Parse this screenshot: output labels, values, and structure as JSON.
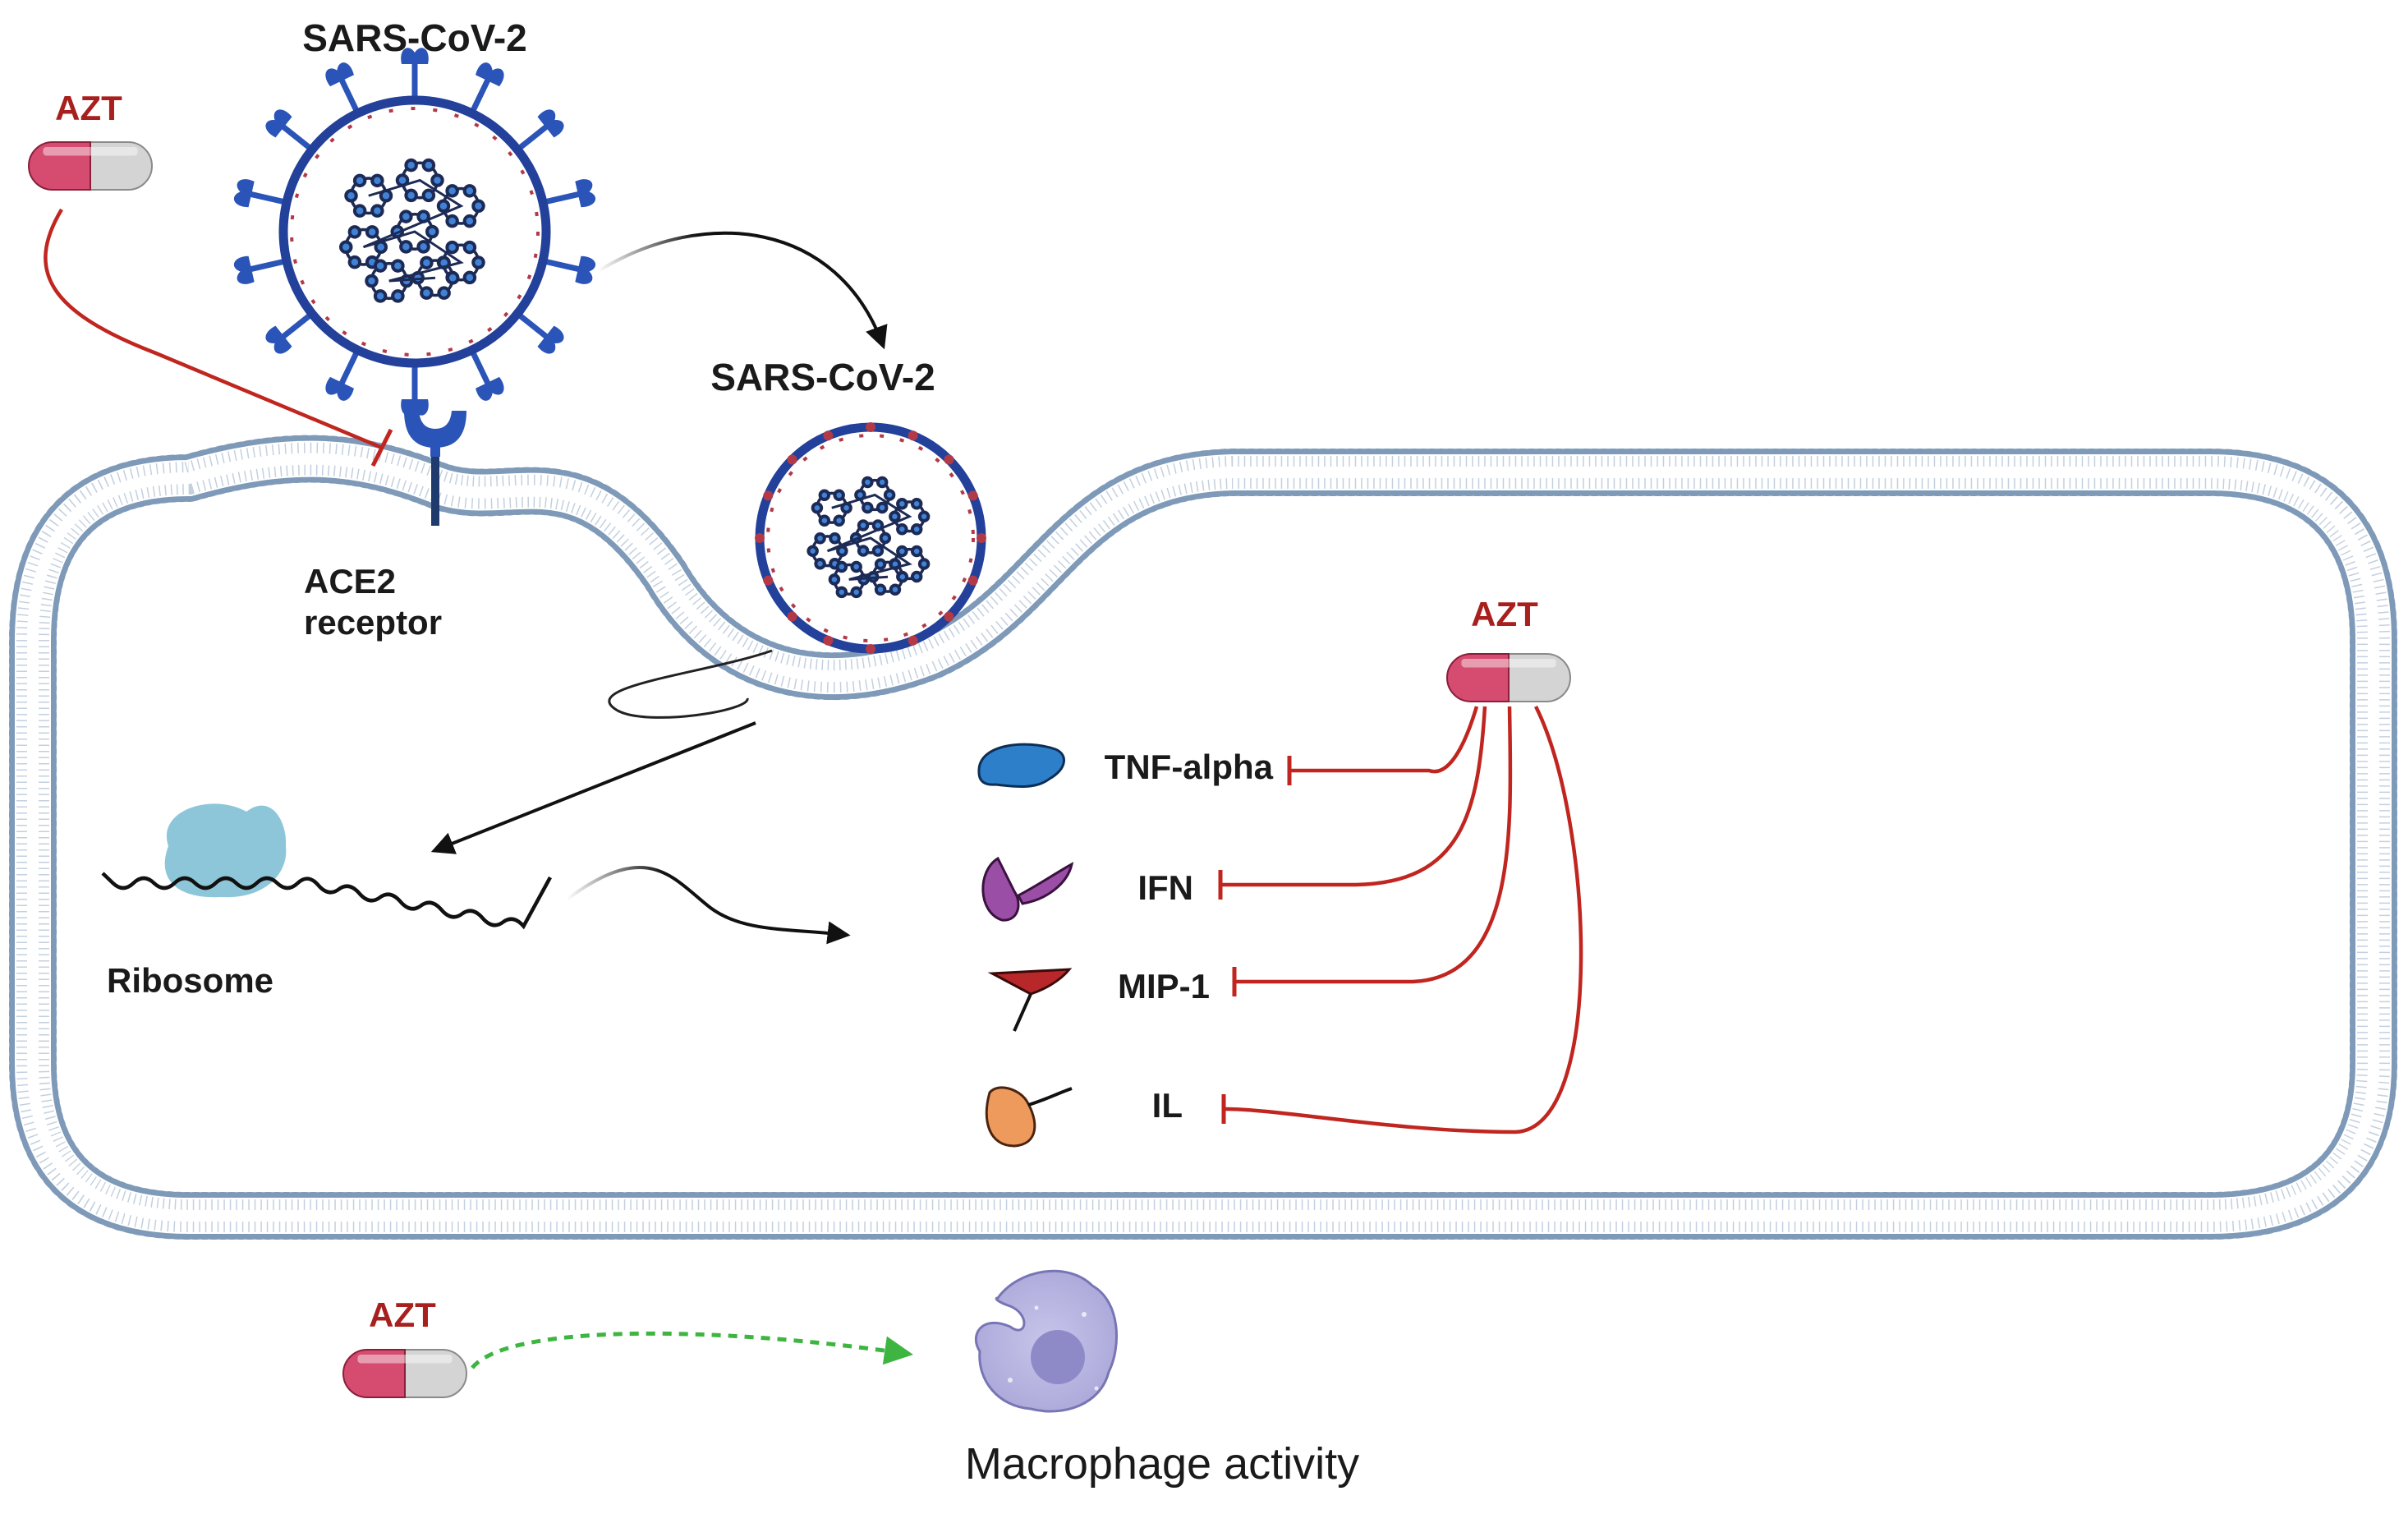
{
  "virus_label_top": "SARS-CoV-2",
  "virus_label_entering": "SARS-CoV-2",
  "drug_label_topleft": "AZT",
  "drug_label_right": "AZT",
  "drug_label_bottom": "AZT",
  "receptor_label_line1": "ACE2",
  "receptor_label_line2": "receptor",
  "ribosome_label": "Ribosome",
  "cytokines": [
    "TNF-alpha",
    "IFN",
    "MIP-1",
    "IL"
  ],
  "macrophage_label": "Macrophage activity",
  "colors": {
    "inhibition": "#c0261f",
    "activation": "#3db540",
    "membrane": "#7e9ab8",
    "virus_envelope": "#23409a",
    "virus_spike": "#2b54b8",
    "capsule_red": "#d64b70",
    "capsule_grey": "#d4d4d4",
    "tnf": "#2e7fc9",
    "ifn": "#9b4ea5",
    "mip": "#b8282b",
    "il": "#ef9a5d",
    "macrophage": "#b4b2de",
    "ribosome": "#8ec6d9"
  }
}
